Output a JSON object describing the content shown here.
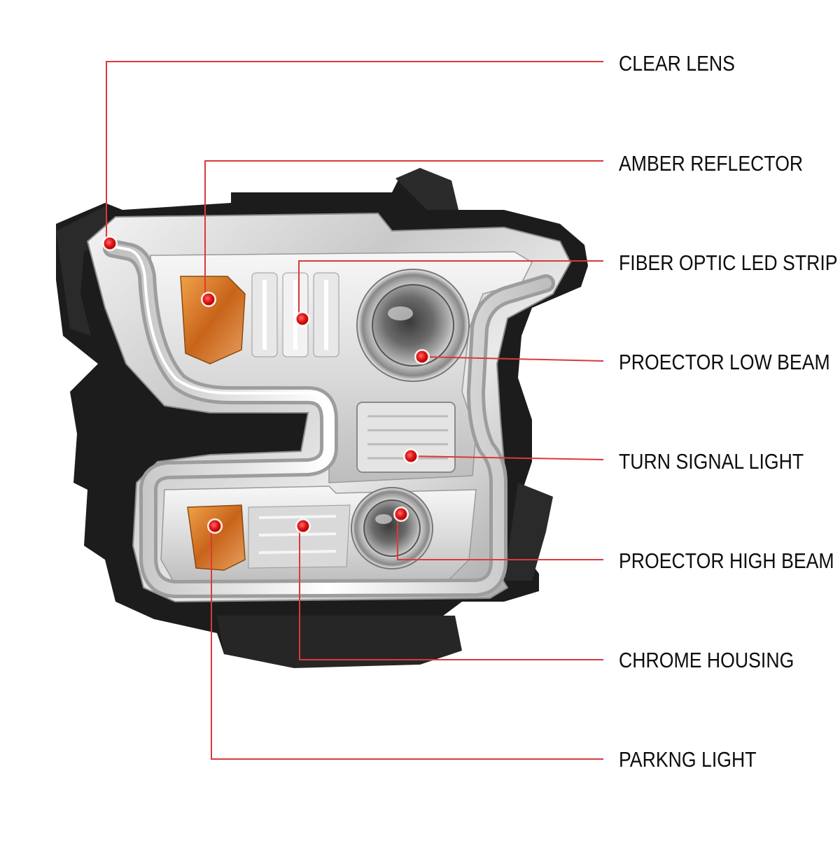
{
  "diagram": {
    "accent_color": "#d93a3a",
    "marker_color": "#e01818",
    "callouts": [
      {
        "id": "clear-lens",
        "label": "CLEAR LENS"
      },
      {
        "id": "amber-reflector",
        "label": "AMBER REFLECTOR"
      },
      {
        "id": "fiber-optic-led-strip",
        "label": "FIBER OPTIC LED STRIP"
      },
      {
        "id": "proector-low-beam",
        "label": "PROECTOR LOW BEAM"
      },
      {
        "id": "turn-signal-light",
        "label": "TURN SIGNAL LIGHT"
      },
      {
        "id": "proector-high-beam",
        "label": "PROECTOR HIGH BEAM"
      },
      {
        "id": "chrome-housing",
        "label": "CHROME HOUSING"
      },
      {
        "id": "parkng-light",
        "label": "PARKNG LIGHT"
      }
    ]
  },
  "product": {
    "image_subject": "headlight-assembly"
  }
}
